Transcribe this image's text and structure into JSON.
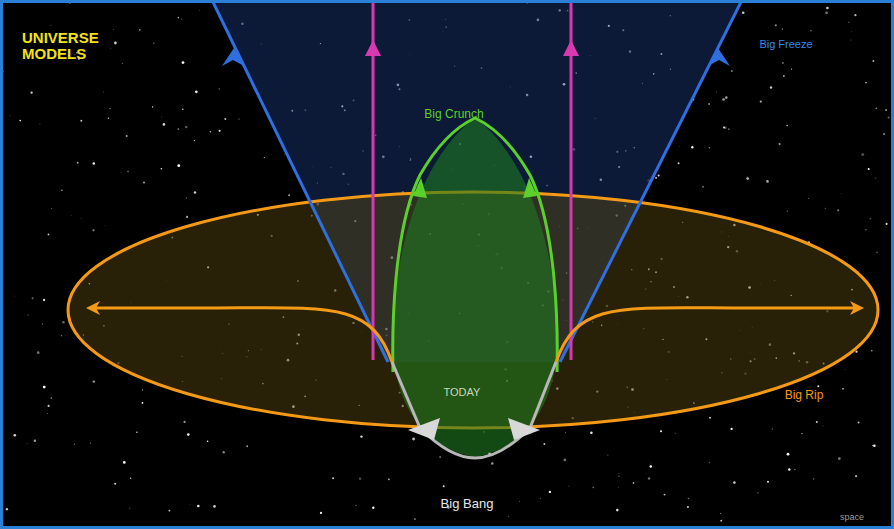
{
  "diagram": {
    "title": "UNIVERSE MODELS",
    "labels": [
      "Big Freeze",
      "Big Crunch",
      "TODAY",
      "Big Rip",
      "Big Bang",
      "space"
    ]
  }
}
